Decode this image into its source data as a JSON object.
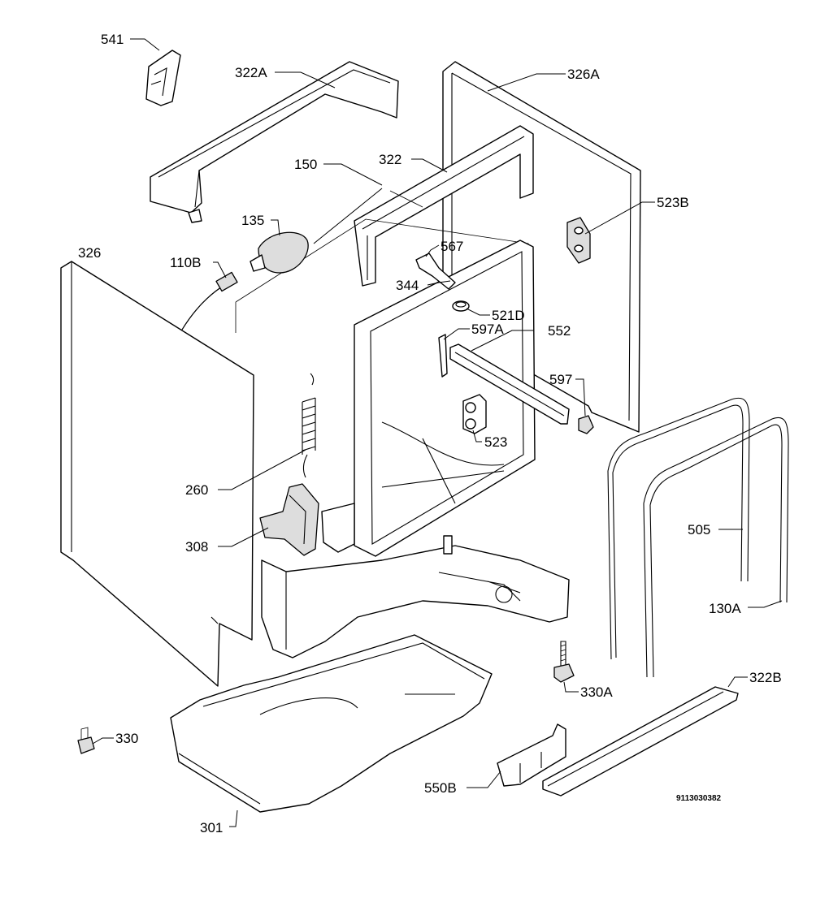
{
  "diagram": {
    "drawing_code": "9113030382",
    "labels": {
      "p541": "541",
      "p322a": "322A",
      "p326a": "326A",
      "p150": "150",
      "p322": "322",
      "p523b": "523B",
      "p135": "135",
      "p326": "326",
      "p110b": "110B",
      "p567": "567",
      "p344": "344",
      "p521d": "521D",
      "p597a": "597A",
      "p552": "552",
      "p597": "597",
      "p523": "523",
      "p260": "260",
      "p505": "505",
      "p308": "308",
      "p130a": "130A",
      "p330a": "330A",
      "p322b": "322B",
      "p330": "330",
      "p550b": "550B",
      "p301": "301"
    }
  }
}
